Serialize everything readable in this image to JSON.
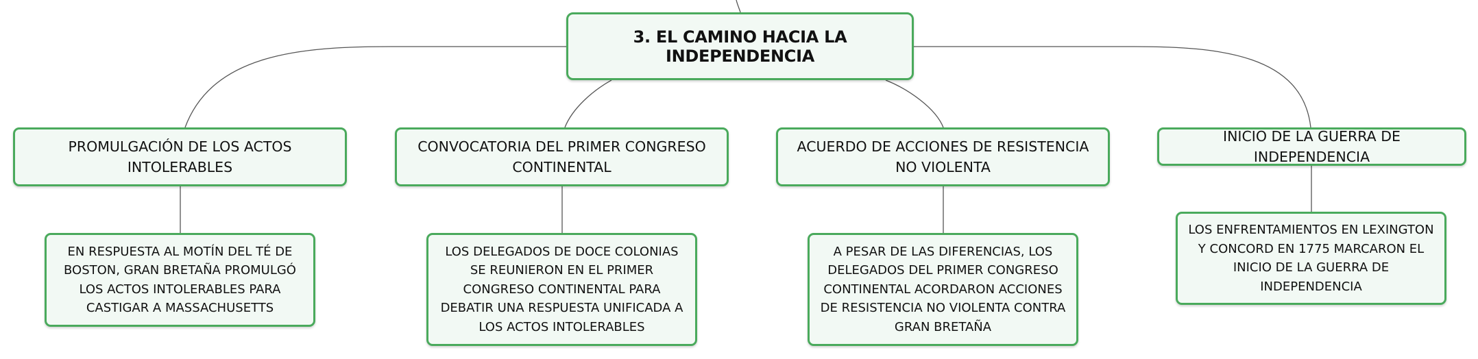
{
  "central_topic": "3. EL CAMINO HACIA LA INDEPENDENCIA",
  "topics": [
    {
      "title": "PROMULGACIÓN DE LOS ACTOS INTOLERABLES",
      "detail": "EN RESPUESTA AL MOTÍN DEL TÉ DE BOSTON, GRAN BRETAÑA PROMULGÓ LOS ACTOS INTOLERABLES PARA CASTIGAR A MASSACHUSETTS"
    },
    {
      "title": "CONVOCATORIA DEL PRIMER CONGRESO CONTINENTAL",
      "detail": "LOS DELEGADOS DE DOCE COLONIAS SE REUNIERON EN EL PRIMER CONGRESO CONTINENTAL PARA DEBATIR UNA RESPUESTA UNIFICADA A LOS ACTOS INTOLERABLES"
    },
    {
      "title": "ACUERDO DE ACCIONES DE RESISTENCIA NO VIOLENTA",
      "detail": "A PESAR DE LAS DIFERENCIAS, LOS DELEGADOS DEL PRIMER CONGRESO CONTINENTAL ACORDARON ACCIONES DE RESISTENCIA NO VIOLENTA CONTRA GRAN BRETAÑA"
    },
    {
      "title": "INICIO DE LA GUERRA DE INDEPENDENCIA",
      "detail": "LOS ENFRENTAMIENTOS EN LEXINGTON Y CONCORD EN 1775 MARCARON EL INICIO DE LA GUERRA DE INDEPENDENCIA"
    }
  ],
  "colors": {
    "node_border": "#4aaa5c",
    "node_fill": "#f2f9f4",
    "connector": "#555555",
    "text": "#111111"
  }
}
